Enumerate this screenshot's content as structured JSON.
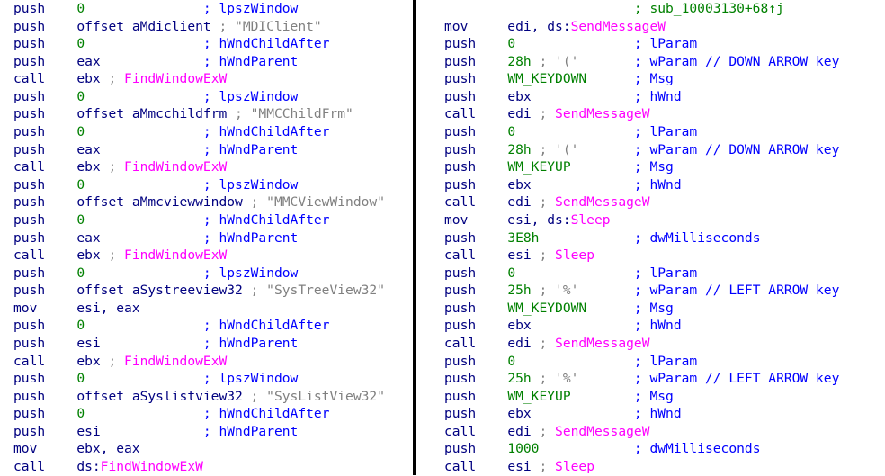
{
  "left": {
    "lines": [
      {
        "m": "push",
        "code": [
          [
            "n",
            "0"
          ]
        ],
        "cmt": "lpszWindow"
      },
      {
        "m": "push",
        "code": [
          [
            "o",
            "offset aMdiclient "
          ],
          [
            "s",
            "; \"MDIClient\""
          ]
        ]
      },
      {
        "m": "push",
        "code": [
          [
            "n",
            "0"
          ]
        ],
        "cmt": "hWndChildAfter"
      },
      {
        "m": "push",
        "code": [
          [
            "o",
            "eax"
          ]
        ],
        "cmt": "hWndParent"
      },
      {
        "m": "call",
        "code": [
          [
            "o",
            "ebx "
          ],
          [
            "s",
            "; "
          ],
          [
            "a",
            "FindWindowExW"
          ]
        ]
      },
      {
        "m": "push",
        "code": [
          [
            "n",
            "0"
          ]
        ],
        "cmt": "lpszWindow"
      },
      {
        "m": "push",
        "code": [
          [
            "o",
            "offset aMmcchildfrm "
          ],
          [
            "s",
            "; \"MMCChildFrm\""
          ]
        ]
      },
      {
        "m": "push",
        "code": [
          [
            "n",
            "0"
          ]
        ],
        "cmt": "hWndChildAfter"
      },
      {
        "m": "push",
        "code": [
          [
            "o",
            "eax"
          ]
        ],
        "cmt": "hWndParent"
      },
      {
        "m": "call",
        "code": [
          [
            "o",
            "ebx "
          ],
          [
            "s",
            "; "
          ],
          [
            "a",
            "FindWindowExW"
          ]
        ]
      },
      {
        "m": "push",
        "code": [
          [
            "n",
            "0"
          ]
        ],
        "cmt": "lpszWindow"
      },
      {
        "m": "push",
        "code": [
          [
            "o",
            "offset aMmcviewwindow "
          ],
          [
            "s",
            "; \"MMCViewWindow\""
          ]
        ]
      },
      {
        "m": "push",
        "code": [
          [
            "n",
            "0"
          ]
        ],
        "cmt": "hWndChildAfter"
      },
      {
        "m": "push",
        "code": [
          [
            "o",
            "eax"
          ]
        ],
        "cmt": "hWndParent"
      },
      {
        "m": "call",
        "code": [
          [
            "o",
            "ebx "
          ],
          [
            "s",
            "; "
          ],
          [
            "a",
            "FindWindowExW"
          ]
        ]
      },
      {
        "m": "push",
        "code": [
          [
            "n",
            "0"
          ]
        ],
        "cmt": "lpszWindow"
      },
      {
        "m": "push",
        "code": [
          [
            "o",
            "offset aSystreeview32 "
          ],
          [
            "s",
            "; \"SysTreeView32\""
          ]
        ]
      },
      {
        "m": "mov",
        "code": [
          [
            "o",
            "esi, eax"
          ]
        ]
      },
      {
        "m": "push",
        "code": [
          [
            "n",
            "0"
          ]
        ],
        "cmt": "hWndChildAfter"
      },
      {
        "m": "push",
        "code": [
          [
            "o",
            "esi"
          ]
        ],
        "cmt": "hWndParent"
      },
      {
        "m": "call",
        "code": [
          [
            "o",
            "ebx "
          ],
          [
            "s",
            "; "
          ],
          [
            "a",
            "FindWindowExW"
          ]
        ]
      },
      {
        "m": "push",
        "code": [
          [
            "n",
            "0"
          ]
        ],
        "cmt": "lpszWindow"
      },
      {
        "m": "push",
        "code": [
          [
            "o",
            "offset aSyslistview32 "
          ],
          [
            "s",
            "; \"SysListView32\""
          ]
        ]
      },
      {
        "m": "push",
        "code": [
          [
            "n",
            "0"
          ]
        ],
        "cmt": "hWndChildAfter"
      },
      {
        "m": "push",
        "code": [
          [
            "o",
            "esi"
          ]
        ],
        "cmt": "hWndParent"
      },
      {
        "m": "mov",
        "code": [
          [
            "o",
            "ebx, eax"
          ]
        ]
      },
      {
        "m": "call",
        "code": [
          [
            "o",
            "ds:"
          ],
          [
            "a",
            "FindWindowExW"
          ]
        ]
      }
    ]
  },
  "right": {
    "lines": [
      {
        "m": "",
        "code": [],
        "cmt": "sub_10003130+68↑j",
        "cmtClass": "g"
      },
      {
        "m": "mov",
        "code": [
          [
            "o",
            "edi, ds:"
          ],
          [
            "a",
            "SendMessageW"
          ]
        ]
      },
      {
        "m": "push",
        "code": [
          [
            "n",
            "0"
          ]
        ],
        "cmt": "lParam"
      },
      {
        "m": "push",
        "code": [
          [
            "n",
            "28h "
          ],
          [
            "s",
            "; '('"
          ]
        ],
        "cmt": "wParam // DOWN ARROW key"
      },
      {
        "m": "push",
        "code": [
          [
            "n",
            "WM_KEYDOWN"
          ]
        ],
        "cmt": "Msg"
      },
      {
        "m": "push",
        "code": [
          [
            "o",
            "ebx"
          ]
        ],
        "cmt": "hWnd"
      },
      {
        "m": "call",
        "code": [
          [
            "o",
            "edi "
          ],
          [
            "s",
            "; "
          ],
          [
            "a",
            "SendMessageW"
          ]
        ]
      },
      {
        "m": "push",
        "code": [
          [
            "n",
            "0"
          ]
        ],
        "cmt": "lParam"
      },
      {
        "m": "push",
        "code": [
          [
            "n",
            "28h "
          ],
          [
            "s",
            "; '('"
          ]
        ],
        "cmt": "wParam // DOWN ARROW key"
      },
      {
        "m": "push",
        "code": [
          [
            "n",
            "WM_KEYUP"
          ]
        ],
        "cmt": "Msg"
      },
      {
        "m": "push",
        "code": [
          [
            "o",
            "ebx"
          ]
        ],
        "cmt": "hWnd"
      },
      {
        "m": "call",
        "code": [
          [
            "o",
            "edi "
          ],
          [
            "s",
            "; "
          ],
          [
            "a",
            "SendMessageW"
          ]
        ]
      },
      {
        "m": "mov",
        "code": [
          [
            "o",
            "esi, ds:"
          ],
          [
            "a",
            "Sleep"
          ]
        ]
      },
      {
        "m": "push",
        "code": [
          [
            "n",
            "3E8h"
          ]
        ],
        "cmt": "dwMilliseconds"
      },
      {
        "m": "call",
        "code": [
          [
            "o",
            "esi "
          ],
          [
            "s",
            "; "
          ],
          [
            "a",
            "Sleep"
          ]
        ]
      },
      {
        "m": "push",
        "code": [
          [
            "n",
            "0"
          ]
        ],
        "cmt": "lParam"
      },
      {
        "m": "push",
        "code": [
          [
            "n",
            "25h "
          ],
          [
            "s",
            "; '%'"
          ]
        ],
        "cmt": "wParam // LEFT ARROW key"
      },
      {
        "m": "push",
        "code": [
          [
            "n",
            "WM_KEYDOWN"
          ]
        ],
        "cmt": "Msg"
      },
      {
        "m": "push",
        "code": [
          [
            "o",
            "ebx"
          ]
        ],
        "cmt": "hWnd"
      },
      {
        "m": "call",
        "code": [
          [
            "o",
            "edi "
          ],
          [
            "s",
            "; "
          ],
          [
            "a",
            "SendMessageW"
          ]
        ]
      },
      {
        "m": "push",
        "code": [
          [
            "n",
            "0"
          ]
        ],
        "cmt": "lParam"
      },
      {
        "m": "push",
        "code": [
          [
            "n",
            "25h "
          ],
          [
            "s",
            "; '%'"
          ]
        ],
        "cmt": "wParam // LEFT ARROW key"
      },
      {
        "m": "push",
        "code": [
          [
            "n",
            "WM_KEYUP"
          ]
        ],
        "cmt": "Msg"
      },
      {
        "m": "push",
        "code": [
          [
            "o",
            "ebx"
          ]
        ],
        "cmt": "hWnd"
      },
      {
        "m": "call",
        "code": [
          [
            "o",
            "edi "
          ],
          [
            "s",
            "; "
          ],
          [
            "a",
            "SendMessageW"
          ]
        ]
      },
      {
        "m": "push",
        "code": [
          [
            "n",
            "1000"
          ]
        ],
        "cmt": "dwMilliseconds"
      },
      {
        "m": "call",
        "code": [
          [
            "o",
            "esi "
          ],
          [
            "s",
            "; "
          ],
          [
            "a",
            "Sleep"
          ]
        ]
      }
    ]
  }
}
